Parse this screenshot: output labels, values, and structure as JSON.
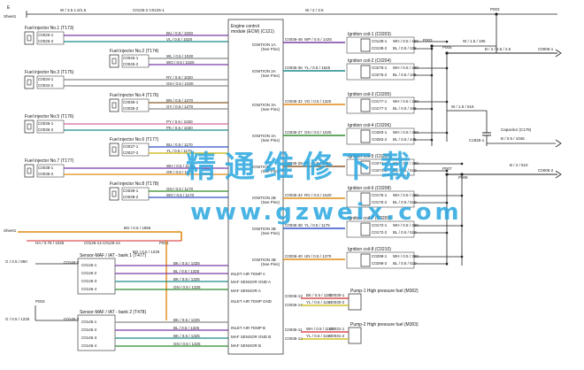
{
  "top": {
    "left_code": "E",
    "sheet_ref": "Sheet1",
    "feed_label": "W / 3.5 1.5/1.5",
    "mid_label": "C0126-2  C0126-1",
    "right_label": "W / 2 / 3.5",
    "right_code": "P003"
  },
  "ecm": {
    "title_line1": "Engine control",
    "title_line2": "module (ECM) (C121)",
    "outputs": [
      "IGNITION 1A",
      "IGNITION 2A",
      "IGNITION 3A",
      "IGNITION 4A",
      "IGNITION",
      "IGNITION 2B",
      "IGNITION 3B",
      "IGNITION 4B"
    ],
    "sensor_pins": [
      "INLET AIR TEMP A",
      "MAF SENSOR GND A",
      "MAF SENSOR A",
      "INLET AIR TEMP GND",
      "INLET AIR TEMP B",
      "MAF SENSOR GND B",
      "MAF SENSOR B"
    ],
    "sub_label": "(See Pins)"
  },
  "injectors": [
    {
      "name": "Fuel injector No.1 (T173)",
      "c1": "C0026-1",
      "c2": "C0026-2",
      "w1": "BU / 0.5 / 1020",
      "w2": "VL / 0.5 / 1020"
    },
    {
      "name": "Fuel injector No.2 (T174)",
      "c1": "C0045-1",
      "c2": "C0045-2",
      "w1": "WL / 0.5 / 1020",
      "w2": "WO / 0.5 / 1020"
    },
    {
      "name": "Fuel injector No.3 (T175)",
      "c1": "C0034-1",
      "c2": "C0034-2",
      "w1": "RY / 0.5 / 1020",
      "w2": "GN / 0.5 / 1020"
    },
    {
      "name": "Fuel injector No.4 (T176)",
      "c1": "C0035-1",
      "c2": "C0035-2",
      "w1": "BN / 0.5 / 1270",
      "w2": "GY / 0.5 / 1270"
    },
    {
      "name": "Fuel injector No.5 (T176)",
      "c1": "C0036-1",
      "c2": "C0036-2",
      "w1": "PY / 0.5 / 1020",
      "w2": "PK / 0.5 / 1020"
    },
    {
      "name": "Fuel injector No.6 (T177)",
      "c1": "C0037-1",
      "c2": "C0037-2",
      "w1": "BU / 0.5 / 1170",
      "w2": "YL / 0.5 / 1170"
    },
    {
      "name": "Fuel injector No.7 (T177)",
      "c1": "C0038-1",
      "c2": "C0038-2",
      "w1": "WH / 0.5 / 1170",
      "w2": "OR / 0.5 / 1170"
    },
    {
      "name": "Fuel injector No.8 (T178)",
      "c1": "C0039-1",
      "c2": "C0039-2",
      "w1": "GN / 0.5 / 1170",
      "w2": "WO / 0.5 / 1170"
    }
  ],
  "coils": [
    {
      "name": "Ignition coil-1 (C0203)",
      "c1": "C0138-1",
      "c2": "C0138-2",
      "w1": "WH / 0.5 / 450",
      "w2": "BL / 0.5 / 345"
    },
    {
      "name": "Ignition coil-2 (C0204)",
      "c1": "C0276-1",
      "c2": "C0276-2",
      "w1": "WH / 0.5 / 390",
      "w2": "BL / 0.5 / 345"
    },
    {
      "name": "Ignition coil-3 (C0205)",
      "c1": "C0177-1",
      "c2": "C0177-2",
      "w1": "WH / 0.5 / 290",
      "w2": "BL / 0.5 / 345"
    },
    {
      "name": "Ignition coil-4 (C0206)",
      "c1": "C0283-1",
      "c2": "C0283-2",
      "w1": "WH / 0.5 / 390",
      "w2": "BL / 0.5 / 445"
    },
    {
      "name": "Ignition coil-5 (C0207)",
      "c1": "C0274-1",
      "c2": "C0274-2",
      "w1": "WH / 0.5 / 390",
      "w2": "BL / 0.5 / 510"
    },
    {
      "name": "Ignition coil-6 (C0208)",
      "c1": "C0175-1",
      "c2": "C0175-2",
      "w1": "WH / 0.5 / 390",
      "w2": "BL / 0.5 / 510"
    },
    {
      "name": "Ignition coil-7 (C0209)",
      "c1": "C0172-1",
      "c2": "C0172-2",
      "w1": "WH / 0.5 / 390",
      "w2": "BL / 0.5 / 510"
    },
    {
      "name": "Ignition coil-8 (C0210)",
      "c1": "C0298-1",
      "c2": "C0298-2",
      "w1": "WH / 0.5 / 390",
      "w2": "BL / 0.5 / 510"
    }
  ],
  "ign_wires": [
    {
      "from": "C0036-48",
      "label": "WP / 0.5 / 1425"
    },
    {
      "from": "C0036-36",
      "label": "YL / 0.5 / 1525"
    },
    {
      "from": "C0036-32",
      "label": "VG / 0.5 / 1320"
    },
    {
      "from": "C0036-27",
      "label": "GN / 0.5 / 1525"
    },
    {
      "from": "C0036-28",
      "label": "RP / 0.5 / 1520"
    },
    {
      "from": "C0036-34",
      "label": "RG / 0.5 / 1520"
    },
    {
      "from": "C0036-38",
      "label": "YL / 0.5 / 1175"
    },
    {
      "from": "C0036-40",
      "label": "UN / 0.5 / 1270"
    }
  ],
  "right": {
    "supply_label": "B / 2 / 2.5 / 2.5",
    "splice1": "P003",
    "splice2": "P005",
    "splice3": "P007",
    "splice4": "P008",
    "conn1": "C0006-1",
    "conn2": "C0006-2",
    "cap_name": "Capacitor (C178)",
    "cap_wire": "B / 0.5 / 1045",
    "cap_conn": "C1825-1",
    "wire_c1": "W / 1.5 / 516",
    "wire_c2": "W / 1.5 / 195",
    "wire_c3": "B / 2 / 510"
  },
  "sensors": [
    {
      "name": "Sensor-MAF / IAT - bank 1 (T477)",
      "ref": "C0146-2",
      "pins": [
        "C0146-1",
        "C0146-2",
        "C0146-3",
        "C0146-4"
      ],
      "wires": [
        "BK / 0.5 / 1325",
        "BL / 0.5 / 1325",
        "BK / 0.5 / 1325",
        "GN / 0.5 / 1325"
      ]
    },
    {
      "name": "Sensor-MAF / IAT - bank 2 (T478)",
      "ref": "C0145-2",
      "pins": [
        "C0145-1",
        "C0145-2",
        "C0145-3",
        "C0145-4"
      ],
      "wires": [
        "BK / 0.5 / 1225",
        "BL / 0.5 / 1325",
        "BK / 0.5 / 1325",
        "GN / 0.5 / 1325"
      ]
    }
  ],
  "pumps": [
    {
      "name": "Pump-1 High pressure fuel (M302)",
      "c1": "C0036-13",
      "c2": "C0036-14",
      "w1": "BK / 0.5 / 1150",
      "w2": "YL / 0.5 / 1150",
      "p": "C0030-1",
      "q": "C0030-2"
    },
    {
      "name": "Pump-2 High pressure fuel (M303)",
      "c1": "C0036-11",
      "c2": "C0036-12",
      "w1": "WH / 0.5 / 1150",
      "w2": "YL / 0.5 / 1150",
      "p": "C0031-1",
      "q": "C0031-2"
    }
  ],
  "feed": {
    "sheet": "Sheet1",
    "line1": "HA / 0.75 / 1025",
    "conn": "C0126-14  C0126-14",
    "splice": "P001",
    "orange_label": "BG / 0.5 / 1955",
    "wire2": "BG / 0.5 / 1225",
    "left1": "G / 0.5 / 950",
    "left2": "G / 0.5 / 1225",
    "splice2": "P003"
  },
  "watermark": {
    "cn": "精通维修下载",
    "url": "www.gzweix.com"
  },
  "colors": {
    "purple": "#7a3aa6",
    "teal": "#1f8b8b",
    "blue": "#3050c8",
    "orange": "#e08a14",
    "green": "#2e8b2e",
    "red": "#d42a2a",
    "grey": "#8a8a8a",
    "yellow": "#c8b400",
    "brown": "#8a5a2a",
    "pink": "#d46a9a",
    "watermark": "#2aa7e0"
  }
}
